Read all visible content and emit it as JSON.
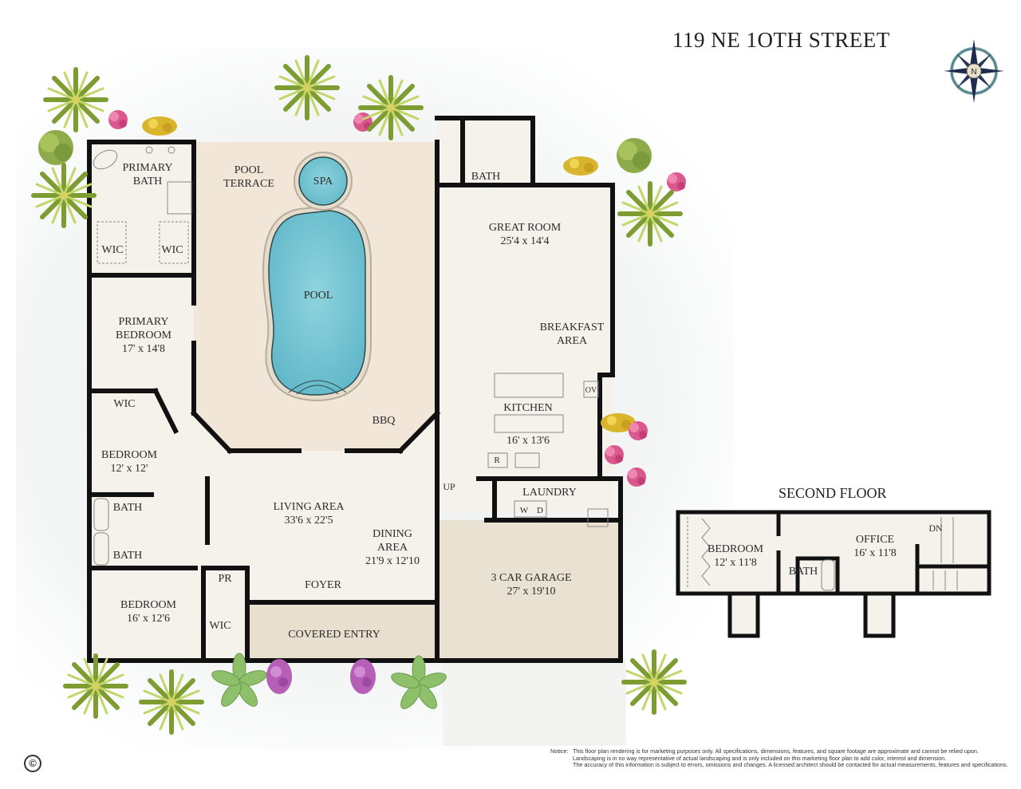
{
  "header": {
    "address": "119 NE 1OTH STREET",
    "compass_label": "N"
  },
  "first_floor": {
    "rooms": [
      {
        "id": "primary-bath",
        "name": "PRIMARY\nBATH",
        "line1": "PRIMARY",
        "line2": "BATH",
        "dims": ""
      },
      {
        "id": "wic-1",
        "name": "WIC",
        "dims": ""
      },
      {
        "id": "wic-2",
        "name": "WIC",
        "dims": ""
      },
      {
        "id": "primary-bedroom",
        "line1": "PRIMARY",
        "line2": "BEDROOM",
        "dims": "17' x 14'8"
      },
      {
        "id": "pool-terrace",
        "line1": "POOL",
        "line2": "TERRACE",
        "dims": ""
      },
      {
        "id": "spa",
        "name": "SPA",
        "dims": ""
      },
      {
        "id": "pool",
        "name": "POOL",
        "dims": ""
      },
      {
        "id": "bbq",
        "name": "BBQ",
        "dims": ""
      },
      {
        "id": "bath-top",
        "name": "BATH",
        "dims": ""
      },
      {
        "id": "great-room",
        "name": "GREAT ROOM",
        "dims": "25'4 x 14'4"
      },
      {
        "id": "breakfast-area",
        "line1": "BREAKFAST",
        "line2": "AREA",
        "dims": ""
      },
      {
        "id": "oven",
        "name": "OV",
        "dims": ""
      },
      {
        "id": "kitchen",
        "name": "KITCHEN",
        "dims": "16' x 13'6"
      },
      {
        "id": "refrigerator",
        "name": "R",
        "dims": ""
      },
      {
        "id": "wic-3",
        "name": "WIC",
        "dims": ""
      },
      {
        "id": "bedroom-2",
        "name": "BEDROOM",
        "dims": "12' x 12'"
      },
      {
        "id": "bath-2",
        "name": "BATH",
        "dims": ""
      },
      {
        "id": "bath-3",
        "name": "BATH",
        "dims": ""
      },
      {
        "id": "living-area",
        "name": "LIVING AREA",
        "dims": "33'6 x 22'5"
      },
      {
        "id": "dining-area",
        "line1": "DINING",
        "line2": "AREA",
        "dims": "21'9 x 12'10"
      },
      {
        "id": "stairs-up",
        "name": "UP",
        "dims": ""
      },
      {
        "id": "laundry",
        "name": "LAUNDRY",
        "dims": ""
      },
      {
        "id": "washer",
        "name": "W",
        "dims": ""
      },
      {
        "id": "dryer",
        "name": "D",
        "dims": ""
      },
      {
        "id": "powder-room",
        "name": "PR",
        "dims": ""
      },
      {
        "id": "foyer",
        "name": "FOYER",
        "dims": ""
      },
      {
        "id": "bedroom-3",
        "name": "BEDROOM",
        "dims": "16' x 12'6"
      },
      {
        "id": "wic-4",
        "name": "WIC",
        "dims": ""
      },
      {
        "id": "covered-entry",
        "name": "COVERED ENTRY",
        "dims": ""
      },
      {
        "id": "garage",
        "name": "3 CAR GARAGE",
        "dims": "27' x 19'10"
      }
    ]
  },
  "second_floor": {
    "title": "SECOND FLOOR",
    "rooms": [
      {
        "id": "bedroom-sf",
        "name": "BEDROOM",
        "dims": "12' x 11'8"
      },
      {
        "id": "office",
        "name": "OFFICE",
        "dims": "16' x 11'8"
      },
      {
        "id": "bath-sf",
        "name": "BATH",
        "dims": ""
      },
      {
        "id": "stairs-down",
        "name": "DN",
        "dims": ""
      }
    ]
  },
  "colors": {
    "wall": "#111111",
    "interior_floor": "#f4f2ea",
    "terrace": "#f1e6d8",
    "pool_water": "#7dc8d6",
    "garage_floor": "#e9e2d2",
    "entry_floor": "#e8dfcf",
    "lawn": "#eef2f1",
    "palm_green": "#8fae3c",
    "flower_pink": "#d94f8a",
    "flower_yellow": "#e6c230",
    "flower_purple": "#b562b8",
    "compass_ring": "#7aa9ad",
    "compass_dark": "#1f2a4d"
  },
  "footer": {
    "notice_label": "Notice:",
    "notice_lines": [
      "This floor plan rendering is for marketing purposes only. All specifications, dimensions, features, and square footage are approximate and cannot be relied upon.",
      "Landscaping is in no way representative of actual landscaping and is only included on this marketing floor plan to add color, interest and dimension.",
      "The accuracy of this information is subject to errors, omissions and changes. A licensed architect should be contacted for actual measurements, features and specifications."
    ],
    "copyright_symbol": "©"
  }
}
